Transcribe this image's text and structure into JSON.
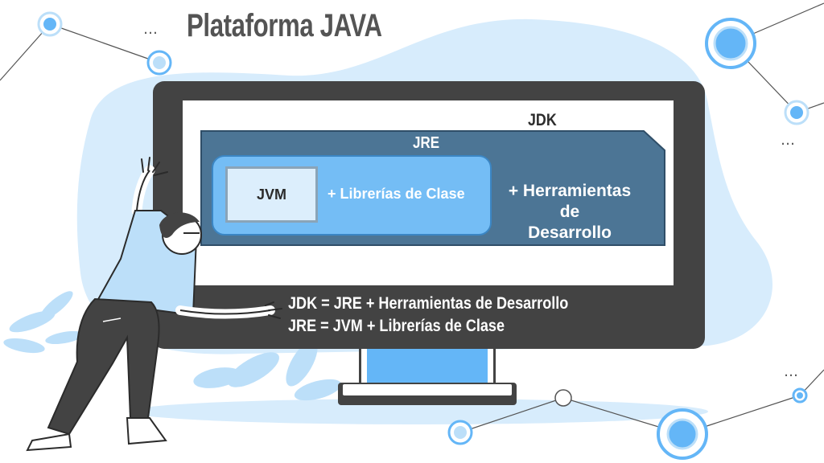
{
  "title": "Plataforma JAVA",
  "diagram": {
    "jdk_label": "JDK",
    "jre_label": "JRE",
    "jvm_label": "JVM",
    "libraries_label": "+ Librerías de Clase",
    "tools_label_line1": "+ Herramientas de",
    "tools_label_line2": "Desarrollo"
  },
  "formulas": {
    "jdk": "JDK = JRE + Herramientas de Desarrollo",
    "jre": "JRE = JVM + Librerías de Clase"
  },
  "decorations": {
    "ellipsis": "…"
  },
  "colors": {
    "monitor": "#434343",
    "jre_box": "#4c7595",
    "libraries_box": "#74bdf5",
    "jvm_box": "#dceefc",
    "accent_blue": "#64b6f7",
    "blob": "#d7ecfc"
  }
}
